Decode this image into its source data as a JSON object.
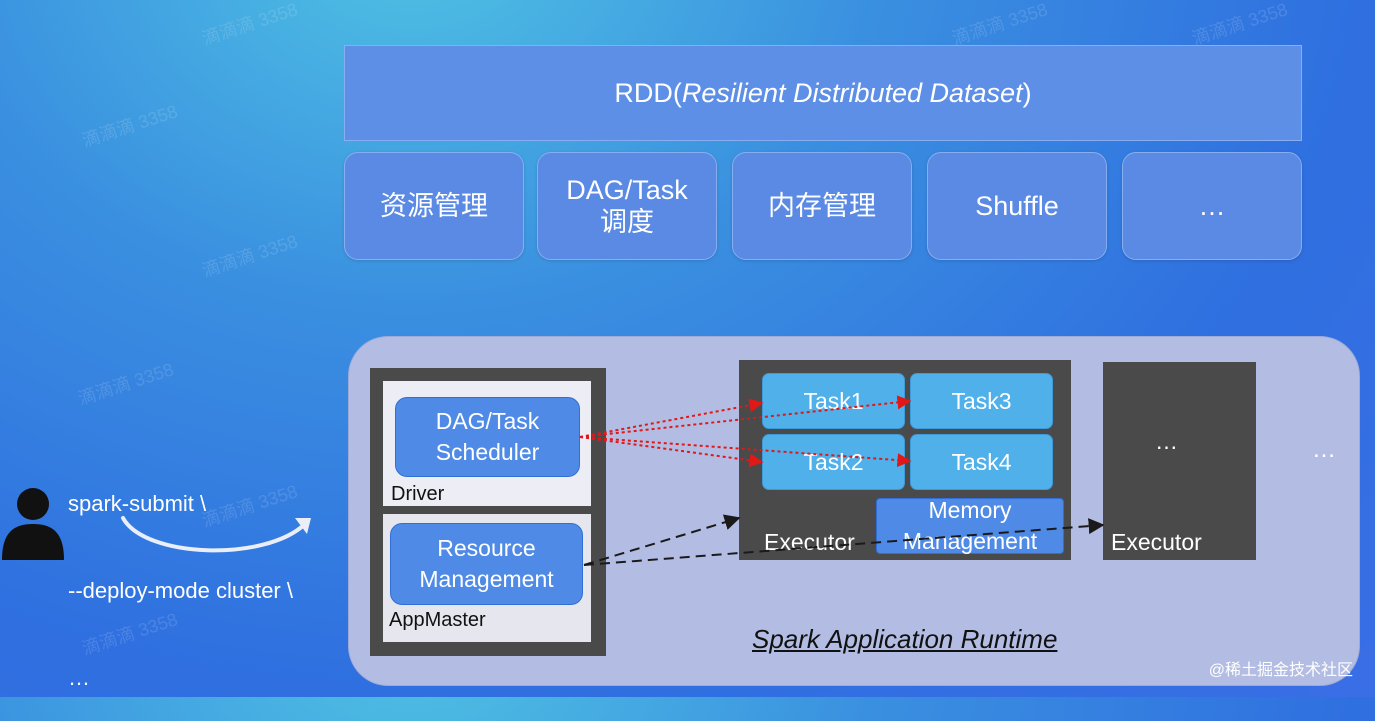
{
  "rdd": {
    "label_plain": "RDD(",
    "label_italic": "Resilient Distributed Dataset",
    "label_close": ")"
  },
  "modules": [
    {
      "label": "资源管理"
    },
    {
      "label": "DAG/Task\n调度"
    },
    {
      "label": "内存管理"
    },
    {
      "label": "Shuffle"
    },
    {
      "label": "…"
    }
  ],
  "command": {
    "line1": "spark-submit \\",
    "line2": "--deploy-mode cluster \\",
    "line3": "…"
  },
  "driver": {
    "scheduler": "DAG/Task\nScheduler",
    "label": "Driver"
  },
  "appmaster": {
    "resource": "Resource\nManagement",
    "label": "AppMaster"
  },
  "executor1": {
    "tasks": [
      "Task1",
      "Task3",
      "Task2",
      "Task4"
    ],
    "memory": "Memory\nManagement",
    "label": "Executor"
  },
  "executor2": {
    "ellipsis": "…",
    "label": "Executor"
  },
  "runtime_ellipsis": "…",
  "runtime_caption": "Spark Application Runtime",
  "brand": "@稀土掘金技术社区",
  "watermark": "滴滴滴 3358",
  "colors": {
    "red_arrow": "#e01818",
    "dash_arrow": "#1a1a1a"
  }
}
